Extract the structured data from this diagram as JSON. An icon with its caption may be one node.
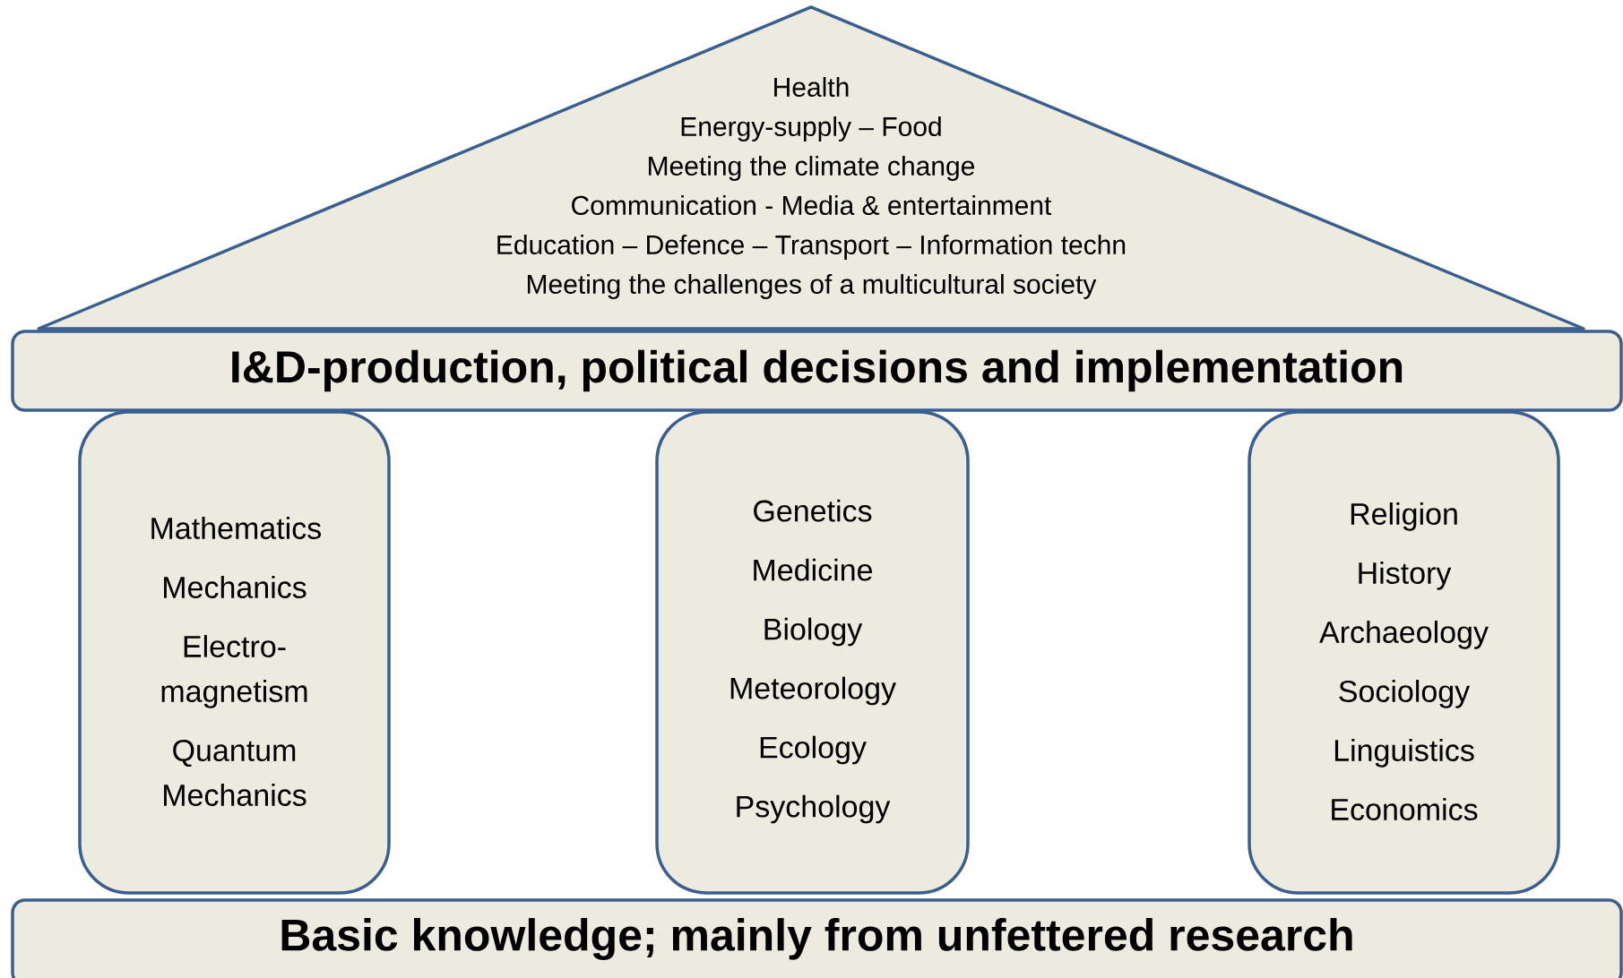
{
  "diagram": {
    "nodes": [
      {
        "text": [
          "Health",
          "Energy-supply – Food",
          "Meeting the climate change",
          "Communication - Media & entertainment",
          "Education – Defence – Transport – Information techn",
          "Meeting the challenges of a multicultural society"
        ]
      },
      {
        "text": [
          "I&D-production, political decisions and implementation"
        ]
      },
      {
        "text": [
          "Mathematics",
          "Mechanics",
          "Electro-magnetism",
          "Quantum Mechanics"
        ]
      },
      {
        "text": [
          "Genetics",
          "Medicine",
          "Biology",
          "Meteorology",
          "Ecology",
          "Psychology"
        ]
      },
      {
        "text": [
          "Religion",
          "History",
          "Archaeology",
          "Sociology",
          "Linguistics",
          "Economics"
        ]
      },
      {
        "text": [
          "Basic knowledge; mainly from unfettered research"
        ]
      }
    ]
  }
}
